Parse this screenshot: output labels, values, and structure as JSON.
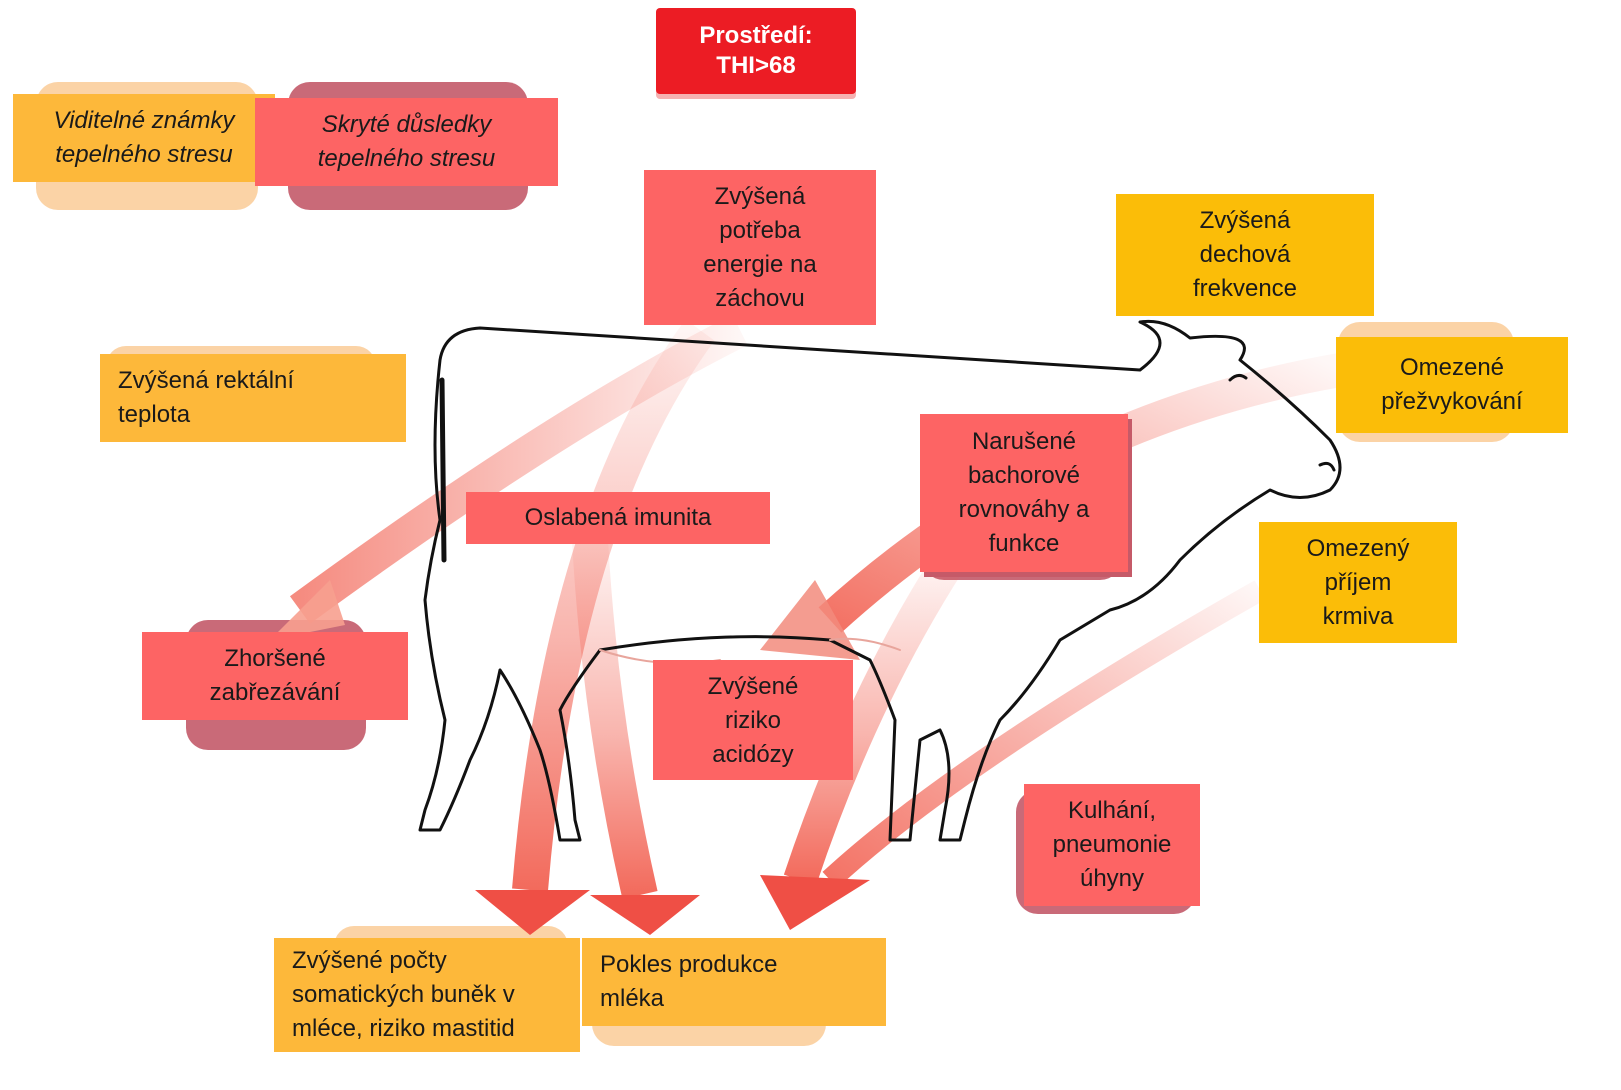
{
  "colors": {
    "consequence_red": "#fd6464",
    "symptom_yellow": "#fdb83a",
    "symptom_gold": "#fbbd08",
    "environment_red": "#ec1c24",
    "arrow": "#f15a4a"
  },
  "environment": {
    "label": "Prostředí:\nTHI>68"
  },
  "legend": {
    "visible": "Viditelné známky\ntepelného stresu",
    "hidden": "Skryté důsledky\ntepelného stresu"
  },
  "nodes": {
    "energy_need": "Zvýšená\npotřeba\nenergie na\nzáchovu",
    "respiration": "Zvýšená\ndechová\nfrekvence",
    "rectal_temp": "Zvýšená rektální\nteplota",
    "rumination": "Omezené\npřežvykování",
    "rumen": "Narušené\nbachorové\nrovnováhy a\nfunkce",
    "immunity": "Oslabená imunita",
    "feed_intake": "Omezený\npříjem\nkrmiva",
    "conception": "Zhoršené\nzabřezávání",
    "acidosis": "Zvýšené\nriziko\nacidózy",
    "lameness": "Kulhání,\npneumonie\núhyny",
    "somatic_cells": "Zvýšené počty\nsomatických buněk v\nmléce, riziko mastitid",
    "milk_drop": "Pokles produkce\nmléka"
  }
}
